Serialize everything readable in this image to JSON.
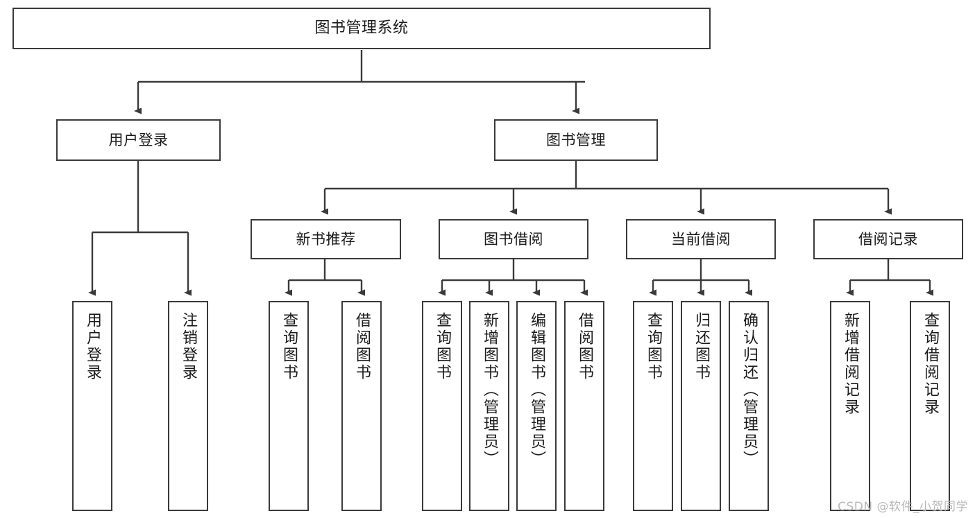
{
  "diagram": {
    "type": "tree",
    "title": "图书管理系统",
    "orientation": "top-down",
    "edge_color": "#3a3a3a",
    "box_border_color": "#3a3a3a",
    "box_fill_color": "#ffffff",
    "text_color": "#1a1a1a"
  },
  "watermark": {
    "text": "CSDN @软件_小贺同学",
    "color": "#b9b9b9"
  },
  "nodes": {
    "root": {
      "label": "图书管理系统",
      "level": 1
    },
    "branch_user": {
      "label": "用户登录",
      "level": 2
    },
    "branch_book": {
      "label": "图书管理",
      "level": 2
    },
    "group_newbook": {
      "label": "新书推荐",
      "level": 3
    },
    "group_borrow": {
      "label": "图书借阅",
      "level": 3
    },
    "group_current": {
      "label": "当前借阅",
      "level": 3
    },
    "group_record": {
      "label": "借阅记录",
      "level": 3
    },
    "leaf_user_login": {
      "label": "用户登录",
      "level": 3
    },
    "leaf_user_logout": {
      "label": "注销登录",
      "level": 3
    },
    "leaf_nb_query": {
      "label": "查询图书",
      "level": 4
    },
    "leaf_nb_borrow": {
      "label": "借阅图书",
      "level": 4
    },
    "leaf_bo_query": {
      "label": "查询图书",
      "level": 4
    },
    "leaf_bo_add": {
      "label": "新增图书（管理员）",
      "level": 4
    },
    "leaf_bo_edit": {
      "label": "编辑图书（管理员）",
      "level": 4
    },
    "leaf_bo_borrow": {
      "label": "借阅图书",
      "level": 4
    },
    "leaf_cu_query": {
      "label": "查询图书",
      "level": 4
    },
    "leaf_cu_return": {
      "label": "归还图书",
      "level": 4
    },
    "leaf_cu_confirm": {
      "label": "确认归还（管理员）",
      "level": 4
    },
    "leaf_re_add": {
      "label": "新增借阅记录",
      "level": 4
    },
    "leaf_re_query": {
      "label": "查询借阅记录",
      "level": 4
    }
  },
  "edges": [
    {
      "from": "root",
      "to": "branch_user"
    },
    {
      "from": "root",
      "to": "branch_book"
    },
    {
      "from": "branch_user",
      "to": "leaf_user_login"
    },
    {
      "from": "branch_user",
      "to": "leaf_user_logout"
    },
    {
      "from": "branch_book",
      "to": "group_newbook"
    },
    {
      "from": "branch_book",
      "to": "group_borrow"
    },
    {
      "from": "branch_book",
      "to": "group_current"
    },
    {
      "from": "branch_book",
      "to": "group_record"
    },
    {
      "from": "group_newbook",
      "to": "leaf_nb_query"
    },
    {
      "from": "group_newbook",
      "to": "leaf_nb_borrow"
    },
    {
      "from": "group_borrow",
      "to": "leaf_bo_query"
    },
    {
      "from": "group_borrow",
      "to": "leaf_bo_add"
    },
    {
      "from": "group_borrow",
      "to": "leaf_bo_edit"
    },
    {
      "from": "group_borrow",
      "to": "leaf_bo_borrow"
    },
    {
      "from": "group_current",
      "to": "leaf_cu_query"
    },
    {
      "from": "group_current",
      "to": "leaf_cu_return"
    },
    {
      "from": "group_current",
      "to": "leaf_cu_confirm"
    },
    {
      "from": "group_record",
      "to": "leaf_re_add"
    },
    {
      "from": "group_record",
      "to": "leaf_re_query"
    }
  ]
}
